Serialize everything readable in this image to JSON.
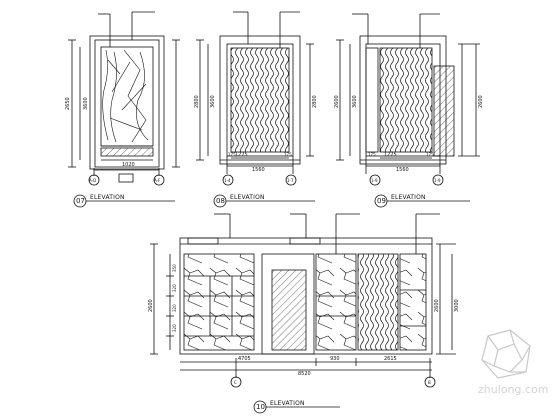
{
  "elevations": [
    {
      "number": "07",
      "heading": "ELEVATION",
      "dims_bottom": [
        "1020"
      ],
      "dims_left": [
        "2650",
        "3600"
      ],
      "grid_markers": [
        "A-D",
        "A-F"
      ]
    },
    {
      "number": "08",
      "heading": "ELEVATION",
      "dims_bottom": [
        "1225",
        "175",
        "175",
        "1560"
      ],
      "dims_left": [
        "2800",
        "3600",
        "2800"
      ],
      "grid_markers": [
        "1-4",
        "1-7"
      ]
    },
    {
      "number": "09",
      "heading": "ELEVATION",
      "dims_bottom": [
        "1225",
        "175",
        "175",
        "1560"
      ],
      "dims_left": [
        "2600",
        "3600",
        "2600"
      ],
      "grid_markers": [
        "1-9",
        "1-9"
      ]
    },
    {
      "number": "10",
      "heading": "ELEVATION",
      "dims_bottom": [
        "4705",
        "930",
        "2615",
        "8520"
      ],
      "dims_left": [
        "2600",
        "350",
        "320",
        "320",
        "320"
      ],
      "dims_right": [
        "2600",
        "3000"
      ],
      "grid_markers": [
        "C",
        "B"
      ]
    }
  ],
  "watermark": {
    "text": "zhulong.com"
  },
  "colors": {
    "line": "#111111",
    "watermark": "#c8c8c8"
  }
}
